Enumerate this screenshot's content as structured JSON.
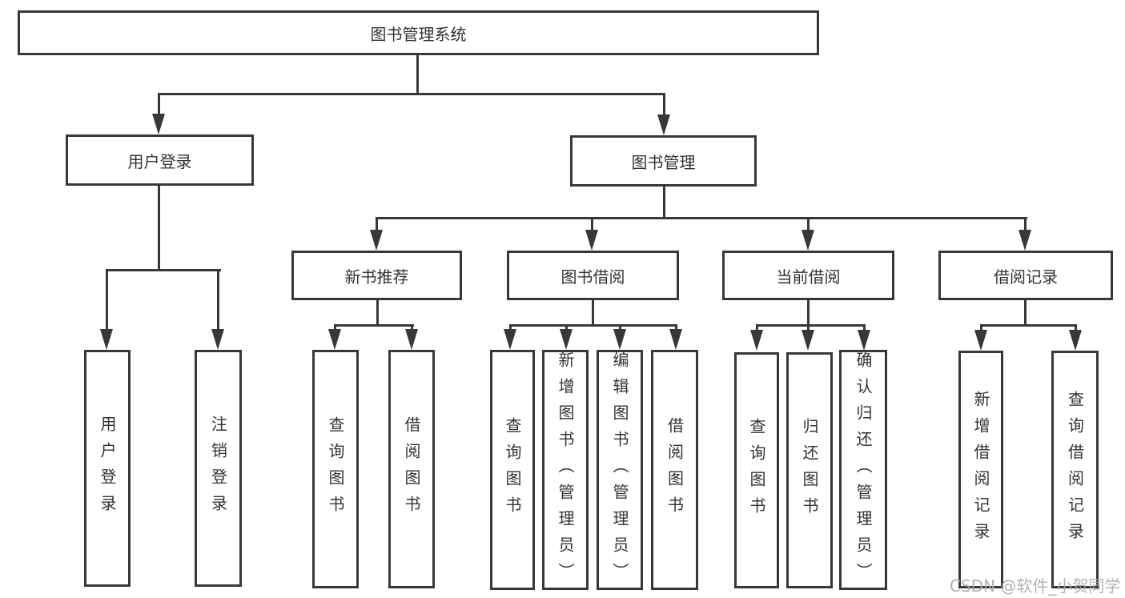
{
  "tree": {
    "label": "图书管理系统",
    "children": [
      {
        "label": "用户登录",
        "children": [
          {
            "label": "用户登录"
          },
          {
            "label": "注销登录"
          }
        ]
      },
      {
        "label": "图书管理",
        "children": [
          {
            "label": "新书推荐",
            "children": [
              {
                "label": "查询图书"
              },
              {
                "label": "借阅图书"
              }
            ]
          },
          {
            "label": "图书借阅",
            "children": [
              {
                "label": "查询图书"
              },
              {
                "label": "新增图书（管理员）"
              },
              {
                "label": "编辑图书（管理员）"
              },
              {
                "label": "借阅图书"
              }
            ]
          },
          {
            "label": "当前借阅",
            "children": [
              {
                "label": "查询图书"
              },
              {
                "label": "归还图书"
              },
              {
                "label": "确认归还（管理员）"
              }
            ]
          },
          {
            "label": "借阅记录",
            "children": [
              {
                "label": "新增借阅记录"
              },
              {
                "label": "查询借阅记录"
              }
            ]
          }
        ]
      }
    ]
  },
  "watermark": "CSDN @软件_小贺同学",
  "colors": {
    "line": "#383838",
    "text": "#333333",
    "background": "#ffffff",
    "watermark": "#aaaaaa"
  }
}
